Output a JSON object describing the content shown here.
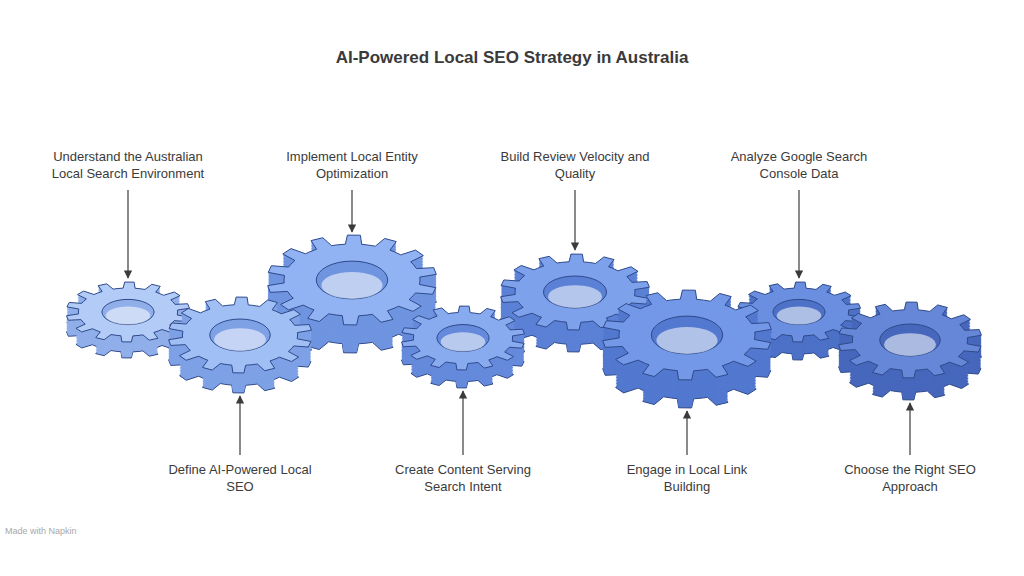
{
  "diagram": {
    "title": "AI-Powered Local SEO Strategy in Australia",
    "nodes": [
      {
        "text": [
          "Understand the Australian Local Search Environment"
        ]
      },
      {
        "text": [
          "Define AI-Powered Local SEO"
        ]
      },
      {
        "text": [
          "Implement Local Entity Optimization"
        ]
      },
      {
        "text": [
          "Create Content Serving Search Intent"
        ]
      },
      {
        "text": [
          "Build Review Velocity and Quality"
        ]
      },
      {
        "text": [
          "Engage in Local Link Building"
        ]
      },
      {
        "text": [
          "Analyze Google Search Console Data"
        ]
      },
      {
        "text": [
          "Choose the Right SEO Approach"
        ]
      }
    ],
    "labels": [
      "Made with Napkin"
    ]
  }
}
